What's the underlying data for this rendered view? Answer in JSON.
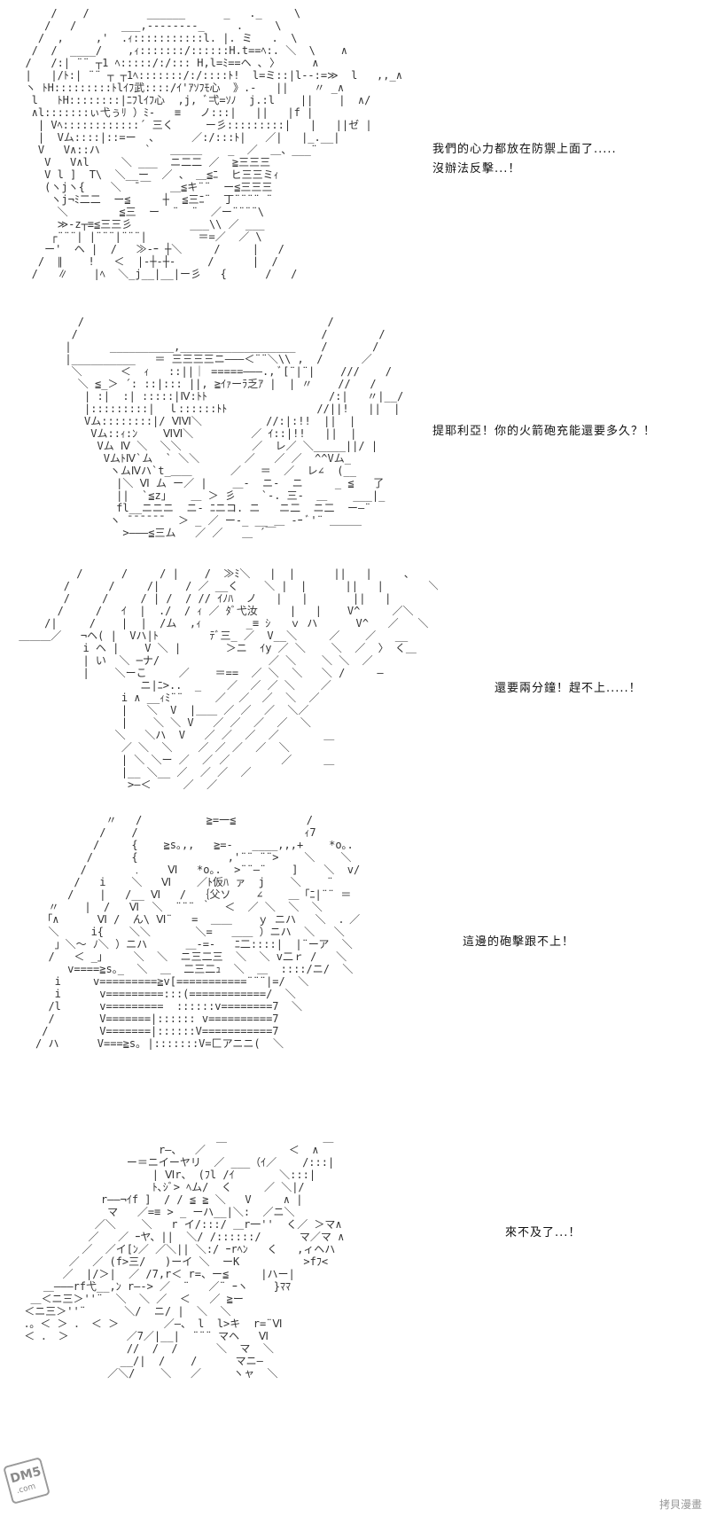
{
  "panels": [
    {
      "captions": [
        "我們的心力都放在防禦上面了.....",
        "沒辦法反擊...！"
      ],
      "art": "      /    /         ______      _   ._     \\\n     /   /       ___,--------_     .     \\\n    /  ,     ,'  .ｨ:::::::::::l. |. ミ   .  \\\n   /  /  ____/    ,ｨ:::::::/::::::H.t==ﾍ:. ＼  \\    ∧\n  /   /:| ¨¨ ┬1 ﾍ:::::/:/::: H,l=ﾐ==ヘ ､ 〉     ∧\n  |   |/ﾄ:| ¨¨ ┬ ┬1ﾍ:::::::/:/::::ﾄ!  l=ミ::|l--:=≫  l   ,,_∧\n  ヽ ﾄH:::::::::ﾄlｲﾌ武::::/ｲ'ｱｿﾌﾓ心  》.-   ||    〃 _∧\n   l   ﾄH::::::::|ﾆﾌlｲﾌ心  ,j, ﾞ弌=ｿﾉ  j.:l    ||    |  ∧/\n   ∧l:::::::ぃ弋ぅﾘ ）ﾐ-   ≡   ノ:::|   ||   |f |\n    | Vﾍ::::::::::::´ 三く     ー彡:::::::::|   |   ||ゼ |\n    |  Vム::::|::=ー  、     ／:/:::ﾄ|   ／|   |_.__|\n    V   V∧::ハ       `   ＿＿＿    _  ／  ＿、___¨\n     V   V∧l     ＼ ___  ニ二二 ／  ≧三三三\n     V l ]  T\\  ＼__ー  ／ 、 ＿≦ﾆ  ヒ三三ミｨ\n     (ヽjヽ{    ＼  ̄ ￣   ＿≦キ¨¨  ー≦三三三\n      ヽj¬ﾐ二二  ー≦     ┼  ≦三ﾆ¨  丁¨¨¨¨ ¨\n       ＼        ≦三  ー  ¨  ¨  ／ー¨¨¨¨\\\n       ≫-z┬≡≦三三彡         ___\\\\ ／ ___\n      ┌¨¨¨| |¨¨¨|¨¨¨|        ＝=／  ／ \\\n     ー'  ヘ |  /   ≫-ｰ ┼＼     /     |   /\n    /  ∥    !   ＜  |-┼-┼-     /      |  /\n   /   ∥    |ﾍ  ＼_j__|__|ー彡   {      /   /"
    },
    {
      "captions": [
        "提耶利亞！你的火箭砲充能還要多久？！"
      ],
      "art": "        /                                      /\n       /                                      /        /\n      |      __________,__________________    /       /\n      |__________   ＝ 三三三三ニ―――＜¨¨＼\\\\ ,  /      ／\n       ＼      ＜  ｨ   ::||｜ =====―――., ﾞ[¨|¨|    ///    /\n        ＼ ≦_＞ ´: ::|::: ||, ≧ｲｧーﾗ乏ｱ |  | 〃    //   /\n         | :|  :| :::::|Ⅳ:ﾄﾄ                   /:|   〃|__/\n         |:::::::::|  ｌ::::::ﾄﾄ              //||!   ||  |\n         Vム::::::::|/ ⅥⅥ＼          //:|:!!  ||  |\n          Vム::ｨ:ﾝ    ⅥⅥ＼         ／ ｲ::|!!   ||  |\n           Vム Ⅳ ＼  ＼＼           ／  レ／ ＼_____||/ |\n            VムﾄⅣ`ム  ` ＼＼       ／   ／ ／  ^^Vム_\n             ヽムⅣハ`t_＿＿      ／   ＝  ／  レ∠  (__\n              |＼ Ⅵ ム ー／ |    ＿-  ニ-  ニ     _ ≦   了\n              ||  `≦z」   ＿ ＞ 彡    `-. 三-  ＿    ___|_\n              fl__ニニニ  ニ- ﾆニコ. ニ   ニ二  ニ二  ー―¨\n             ヽ ¯¯¯¯¯¯  ＞ _ ／ ー-_ __ ＿ -ｰ ﾞ'¨ ＿＿＿\n               >―――≦三ム   ／ ／   ＿ ´￣"
    },
    {
      "captions": [
        "還要兩分鐘！趕不上.....！"
      ],
      "art": "          /      /     / |    /  ≫ﾐ＼   |  |      ||   |     、\n        /      /     /|    / ／ __く    ＼ |  |      ||   |       ＼\n        /     /     / | /  / // ｲﾉﾊ  ノ   |   |       ||   |\n       /     /   ｲ  |  ./  / ｨ ／ ﾀﾞ弋汝     |   |    V^     ／＼\n     /|     /    |  |  /ム  ,ｨ       _≡ ｼ   ｖ ハ      V^   ／   ＼\n ＿＿＿／   ¬ヘ( |  Vハ|ﾄ        ﾃﾞ三_ ／  V__＼     ／    ／   __\n           i ヘ |    V ＼ |       ＞ニ  ｲy ／ ＼    ＼  ／  〉 く＿\n           | い  ＼ ─ナ/                 ／ ＼    ＼ ＼  ／\n           |    ＼ーこ     ／    ＝==  ／ ＼  ＼   ＼ /     ―\n                    ニ|ﾆ>..  _    ／  ／ ／ ＼    ／\n                 i ∧ __ｨﾐ¨¨     ／  ／  ／  ＼  ／\n                 |   ＼  V  |＿＿ ／ ／  ／  ＼／\n                 |    ＼ ＼ V   ／ ／  ／  ／  ＼\n                ＼   ＼ハ  V   ／ ／  ／  ／       ＿\n                 ／ ＼  ＼    ／ ／ ／  ／  ＼\n                 | ＼ ＼ー ／  ／ ／        ／     ＿\n                 |__ ＼__ ／  ／ ／  ／\n                  >―＜     ／  ／"
    },
    {
      "captions": [
        "這邊的砲擊跟不上！"
      ],
      "art": "           〃   /          ≧=一≦           /\n          /    /                          ｨ7\n         /     {    ≧s｡,,   ≧=-   ____,,,+    *o｡.\n        /      {              ,'¨¨ ¨¨>    ＼    ＼\n       /       ﹒    Ⅵ   *o｡.  >¨¨―¨    ]    ＼  v/\n      /   i    ＼   Ⅵ    ／ﾄ仮ﾊ ァ  j    ＼    ¨\n     /    |   /__ Ⅵ   /  ｛父ソ    ∠    ＿「ﾆ|¨¨ ＝\n  〃    |  /   Ⅵ  ＼  ¨¨¨ ｀  ＜  ／ ＼  ＼  ＼\n 「∧      Ⅵ /  ん\\ Ⅵ¨   =  ＿＿    ｙ ニハ   ＼  ．／\n  ＼     i{    ＼＼       ＼=   ＿＿ ）ニハ  ＼   ＼\n   」＼〜 ﾉ＼ ）ニハ      ＿-=-   ﾆ二::::|  |¨ーア  ＼\n  /   ＜ _」    ＼  ＼  ニ三二三  ＼  ＼ v二ｒ /   ＼\n     v====≧s｡_  ＼  ＿  二三二ｭ  ＼  ＿  ::::/ニ/  ＼\n   i     v=========≧v[===========¨¨¨|=/  ＼\n   i      v=========:::(============/  ＼\n  /l      v=========  ::::::v========7  ＼\n  /       V=======|:::::: v==========7\n /        V=======|::::::V===========7\n/ ハ      V===≧s｡ |:::::::V=匚アニニ(  ＼"
    },
    {
      "captions": [
        "來不及了...！"
      ],
      "art": "                               ＿               ＿\n                      r―、  ／             ＜  ∧\n                 ー＝ニイーヤリ  ／ ___（ｲ／    /:::|\n                     | Ⅵr、 (ﾌl /ｲ       ＼:::|\n                     ﾄ､ｼﾞ> ﾍム/  く     ／ ＼|/\n             r――¬ｲf ]  / / ≦ ≧ ＼   V     ∧ |\n              マ   ／=≡ > _ ーハ__|＼:  ／ニ＼\n            ／＼    ＼   r イ/:::/ ＿r一''  く／ ＞マ∧\n           ／   ／ ｰヤ、||  ＼/ /::::::/      マ／マ ∧\n          ／  ／イ[ﾝ／ ／＼|| ＼:/ ｰrﾍﾝ   く   ,ィヘハ\n        ／  ／ (f>三/   )ーイ ＼  ーK          >fﾌ< \n       ／  |/＞|  ／ /7,r＜ r=、ー≦     |ハー|\n    ＿―――rf弋__,ﾝ r―‐> ／  ¨   ／¨ ｰヽ    }ﾏﾏ\n  ＿＜ニ三＞''¨  ＼  ＼ ／  ＜   ／ ≧ー\n ＜ニ三＞''¨      ＼/  ニ/ |  ＼  ＼\n ．。＜ ＞ ． ＜ ＞       ／―、 l  l>キ  r=¨Ⅵ\n ＜ ． ＞         ／7／|__|  ¨¨¨ マヘ   Ⅵ\n                 //  /  /      ＼  マ  ＼\n                __/|  /    /      マニ―\n              ／＼/    ＼   ／     ヽャ  ＼"
    }
  ],
  "logo": {
    "text": "DM5",
    "sub": ".com"
  },
  "watermark": "拷貝漫畫",
  "colors": {
    "background": "#ffffff",
    "text": "#111111",
    "art": "#333333"
  }
}
